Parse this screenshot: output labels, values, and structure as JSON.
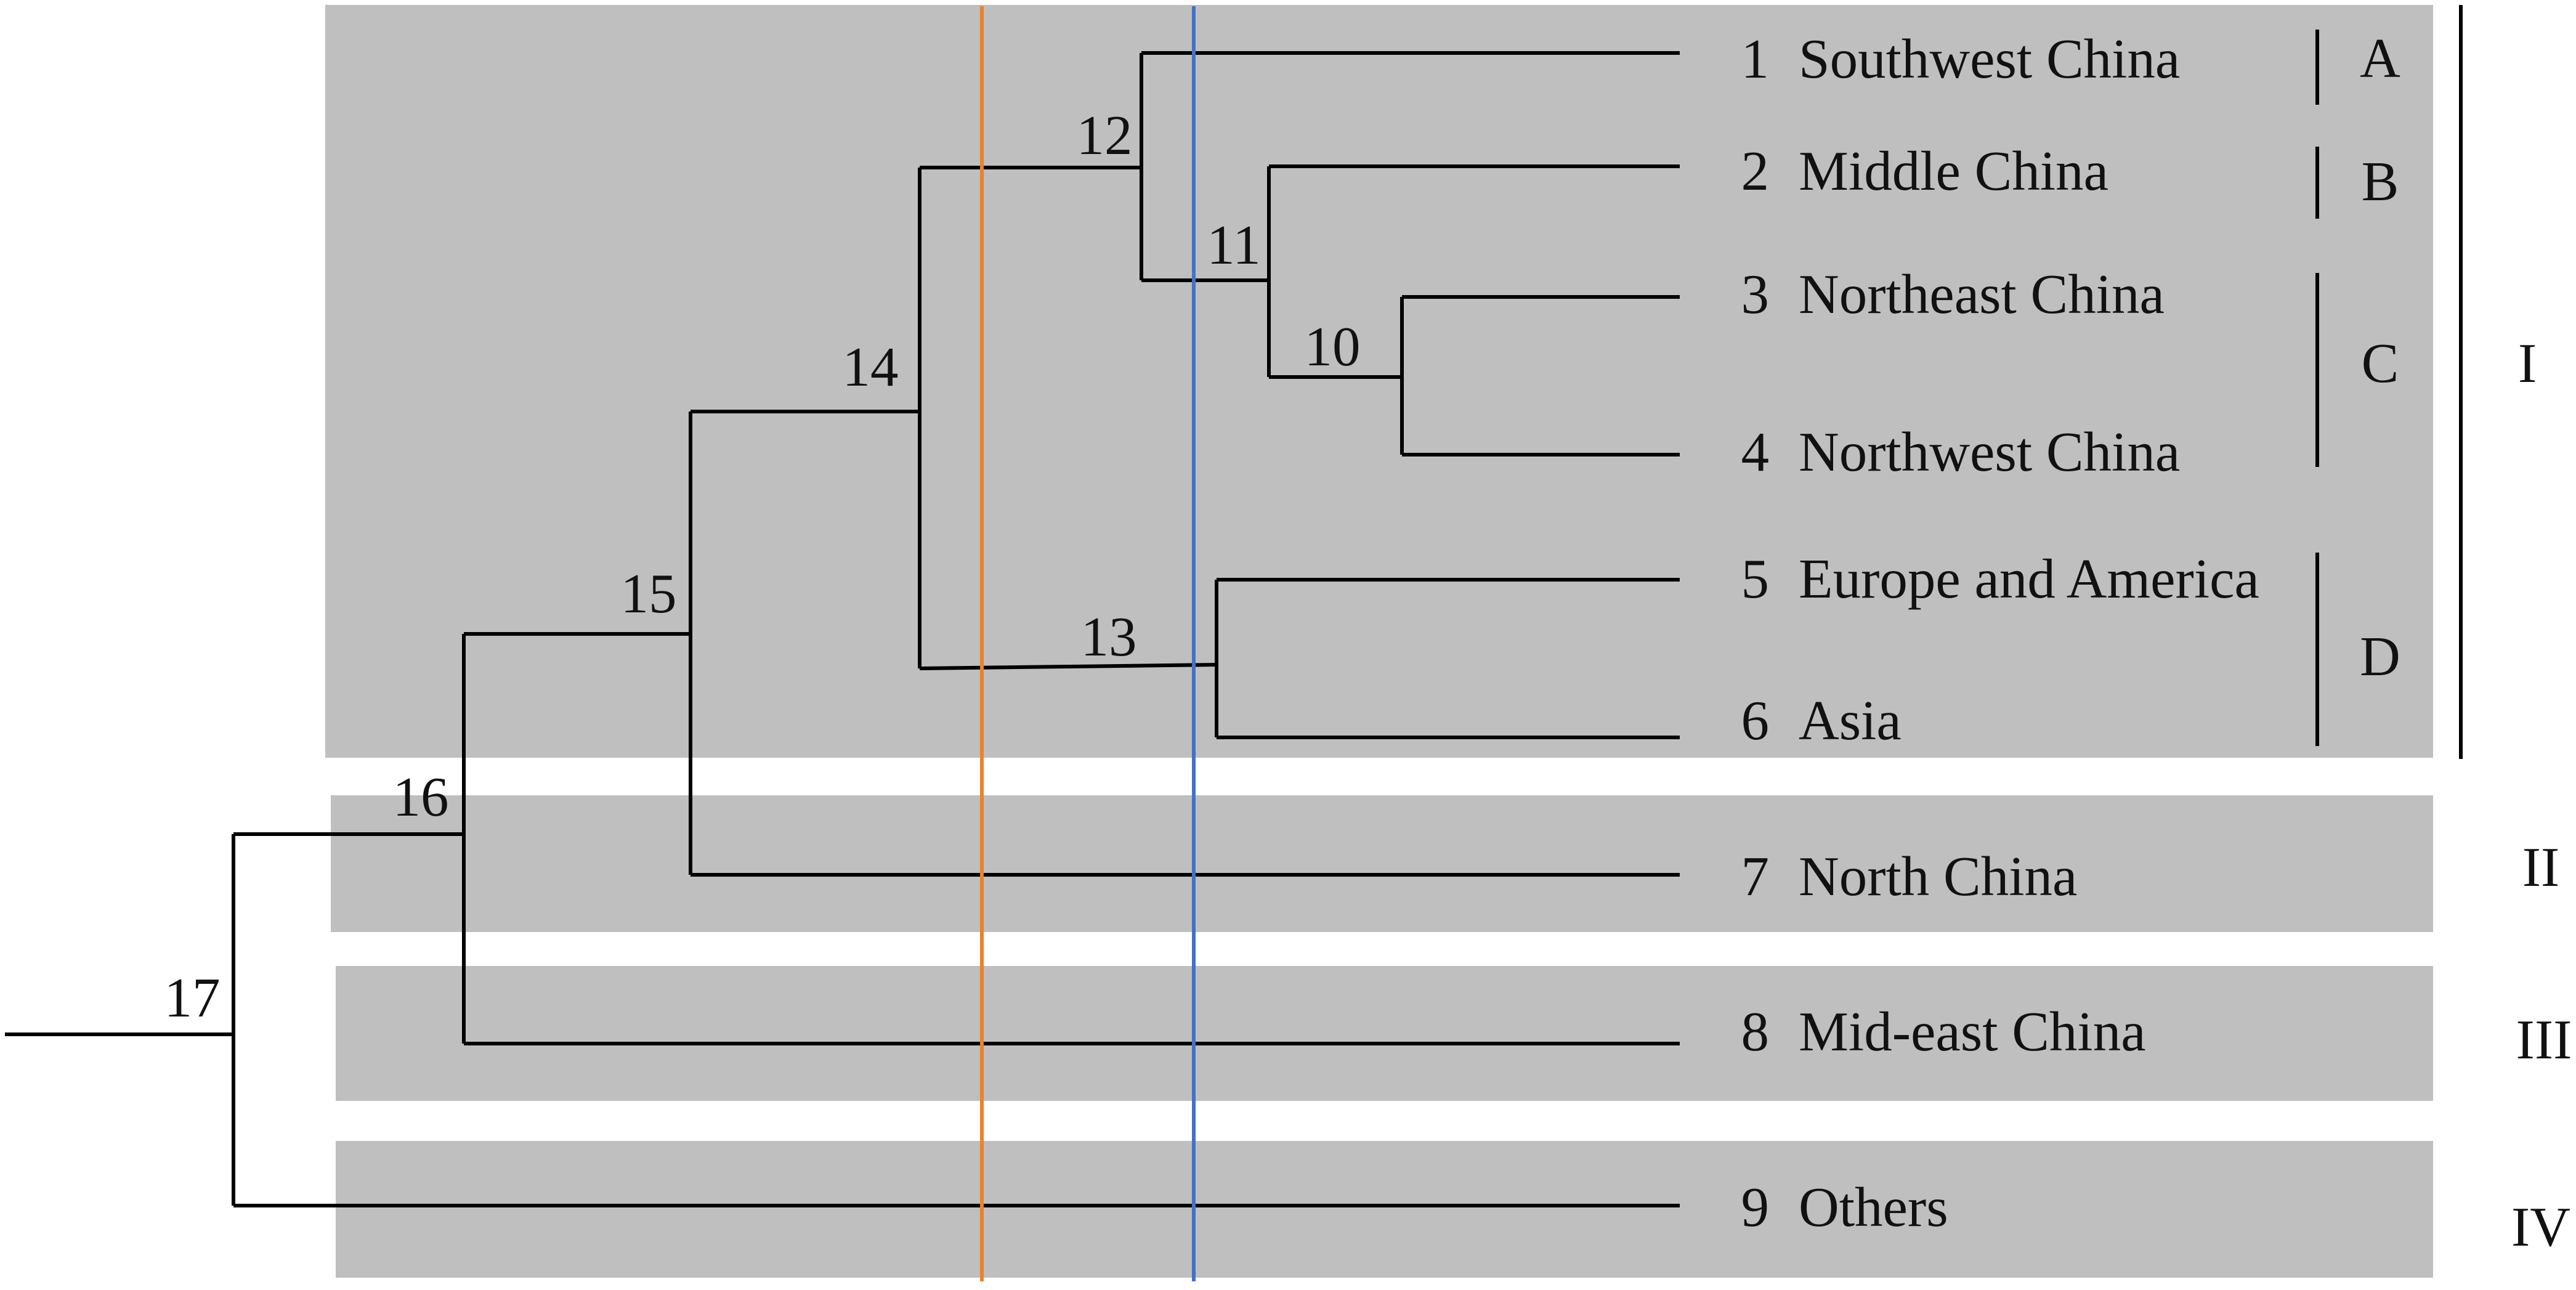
{
  "colors": {
    "band": "#bfbfbf",
    "tree": "#000000",
    "orange_line": "#e9822f",
    "blue_line": "#4472c4"
  },
  "leaves": [
    {
      "num": "1",
      "name": "Southwest China"
    },
    {
      "num": "2",
      "name": "Middle China"
    },
    {
      "num": "3",
      "name": "Northeast China"
    },
    {
      "num": "4",
      "name": "Northwest China"
    },
    {
      "num": "5",
      "name": "Europe and America"
    },
    {
      "num": "6",
      "name": "Asia"
    },
    {
      "num": "7",
      "name": "North China"
    },
    {
      "num": "8",
      "name": "Mid-east China"
    },
    {
      "num": "9",
      "name": "Others"
    }
  ],
  "nodes": [
    "10",
    "11",
    "12",
    "13",
    "14",
    "15",
    "16",
    "17"
  ],
  "subgroups": [
    "A",
    "B",
    "C",
    "D"
  ],
  "groups": [
    "I",
    "II",
    "III",
    "IV"
  ]
}
